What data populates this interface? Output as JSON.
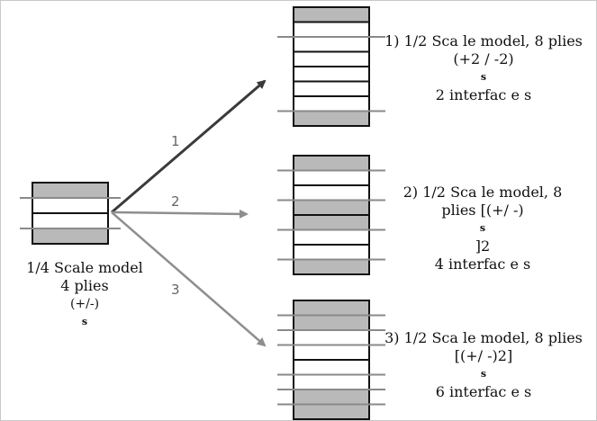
{
  "colors": {
    "ply_grey": "#b9b9b9",
    "ply_white": "#ffffff",
    "ply_border": "#111111",
    "interface_line": "#8a8a8a",
    "arrow_1": "#3a3a3a",
    "arrow_2": "#8e8e8e",
    "arrow_3": "#8e8e8e",
    "frame": "#c8c8c8"
  },
  "quarter_model": {
    "line1": "1/4 Scale model",
    "line2": "4 plies",
    "line3": "(+/-)",
    "line3_sub": "s",
    "plies": [
      "grey",
      "white",
      "white",
      "grey"
    ],
    "interfaces": 2
  },
  "arrows": [
    {
      "label": "1",
      "color_key": "arrow_1"
    },
    {
      "label": "2",
      "color_key": "arrow_2"
    },
    {
      "label": "3",
      "color_key": "arrow_3"
    }
  ],
  "models": [
    {
      "line1": "1) 1/2  Sca le model, 8 plies",
      "line2": "(+2 / -2)",
      "line2_sub": "s",
      "line3": "2 interfac e s",
      "plies": [
        "grey",
        "white",
        "white",
        "white",
        "white",
        "white",
        "white",
        "grey"
      ],
      "interfaces": 2
    },
    {
      "line1": "2) 1/2  Sca le model, 8",
      "line2": "plies  [(+/ -)",
      "line2_sub": "s",
      "line2_tail": "]2",
      "line3": "4 interfac e s",
      "plies": [
        "grey",
        "white",
        "white",
        "grey",
        "grey",
        "white",
        "white",
        "grey"
      ],
      "interfaces": 4
    },
    {
      "line1": "3) 1/2  Sca le model, 8 plies",
      "line2": "[(+/ -)2]",
      "line2_sub": "s",
      "line3": "6 interfac e s",
      "plies": [
        "grey",
        "grey",
        "white",
        "white",
        "white",
        "white",
        "grey",
        "grey"
      ],
      "interfaces": 6
    }
  ]
}
